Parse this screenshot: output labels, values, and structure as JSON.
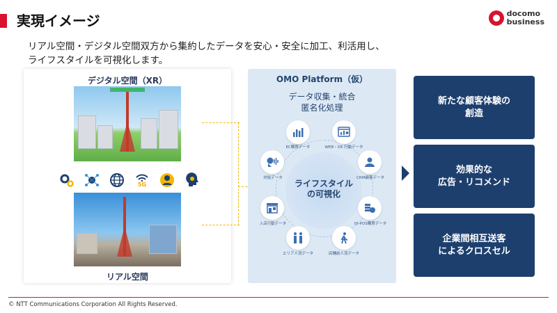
{
  "header": {
    "title": "実現イメージ",
    "logo_line1": "docomo",
    "logo_line2": "business"
  },
  "subtitle": {
    "line1": "リアル空間・デジタル空間双方から集約したデータを安心・安全に加工、利活用し、",
    "line2": "ライフスタイルを可視化します。"
  },
  "left_panel": {
    "digital_label": "デジタル空間（XR）",
    "real_label": "リアル空間",
    "icons": [
      "gears-icon",
      "network-icon",
      "globe-icon",
      "wifi-5g-icon",
      "user-icon",
      "brain-gear-icon"
    ],
    "icon_5g_text": "5G"
  },
  "platform": {
    "title": "OMO Platform（仮）",
    "sub_line1": "データ収集・統合",
    "sub_line2": "匿名化処理",
    "center_line1": "ライフスタイル",
    "center_line2": "の可視化",
    "nodes": [
      {
        "label": "EC購買データ",
        "icon": "bar-chart-icon"
      },
      {
        "label": "WEB・XR 行動データ",
        "icon": "web-analytics-icon"
      },
      {
        "label": "CRM顧客データ",
        "icon": "customer-icon"
      },
      {
        "label": "ID-POS購買データ",
        "icon": "coins-yen-icon"
      },
      {
        "label": "店舗前人流データ",
        "icon": "walking-person-icon"
      },
      {
        "label": "エリア人流データ",
        "icon": "people-icon"
      },
      {
        "label": "入店行動データ",
        "icon": "store-icon"
      },
      {
        "label": "対話データ",
        "icon": "voice-icon"
      }
    ]
  },
  "outcomes": [
    {
      "line1": "新たな顧客体験の",
      "line2": "創造"
    },
    {
      "line1": "効果的な",
      "line2": "広告・リコメンド"
    },
    {
      "line1": "企業間相互送客",
      "line2": "によるクロスセル"
    }
  ],
  "colors": {
    "accent_red": "#d7132e",
    "navy": "#1d3f6e",
    "platform_bg": "#dce9f5",
    "connector_yellow": "#f2b800"
  },
  "footer": "© NTT Communications Corporation All Rights Reserved."
}
